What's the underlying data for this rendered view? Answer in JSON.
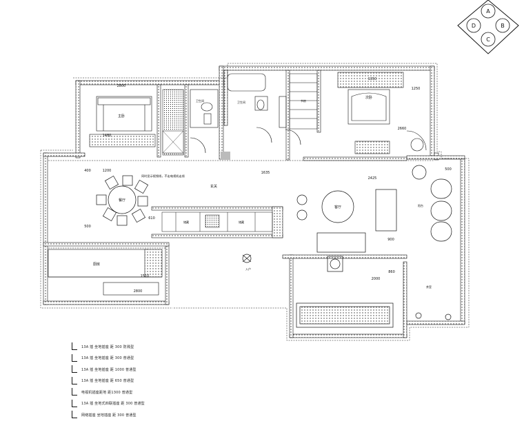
{
  "compass": {
    "labels": [
      "A",
      "B",
      "C",
      "D"
    ]
  },
  "rooms": {
    "bedroom_nw": "主卧",
    "bath_nw": "卫生间",
    "bath_center": "卫生间",
    "bedroom_ne": "次卧",
    "study_ne": "书房",
    "living": "客厅",
    "dining": "餐厅",
    "foyer": "玄关",
    "kitchen": "厨房",
    "storage1": "储藏",
    "storage2": "储藏",
    "balcony": "阳台",
    "tearoom": "茶室",
    "entry": "入户",
    "corridor_note": "同时显示视频线，不走电视机走线"
  },
  "dims": [
    "2800",
    "1250",
    "2660",
    "1200",
    "1635",
    "2425",
    "1480",
    "1510",
    "500",
    "400",
    "1350",
    "900",
    "610",
    "860",
    "2000",
    "2800",
    "500"
  ],
  "legend": [
    "13A 插 坐地插座 距 300 防溅型",
    "13A 插 坐地插座 距 300 普通型",
    "13A 插 坐地插座 距 1000 普通型",
    "13A 插 坐地插座 距 650 普通型",
    "电视机插座距地 距1300 普通型",
    "13A 插 坐地式四联插座 距 300 普通型",
    "网络插座 坐地插座 距 300 普通型"
  ]
}
